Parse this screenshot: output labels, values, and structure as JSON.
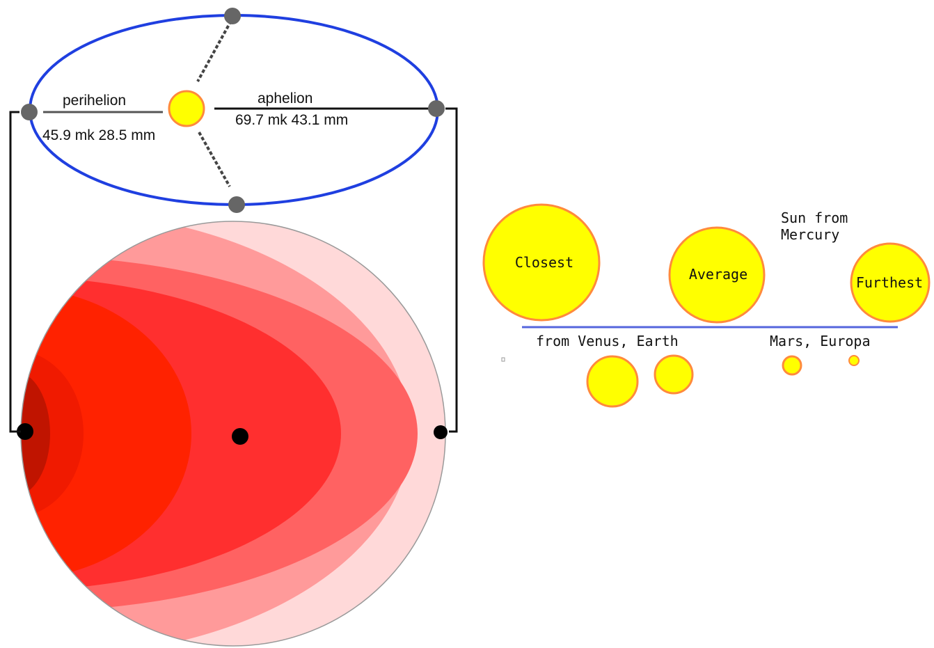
{
  "orbit": {
    "perihelion_label": "perihelion",
    "perihelion_value": "45.9 mk 28.5 mm",
    "aphelion_label": "aphelion",
    "aphelion_value": "69.7 mk 43.1 mm",
    "orbit_color": "#1f3fe0",
    "node_color": "#666666"
  },
  "planet": {
    "contour_colors": [
      "#ffd9d9",
      "#ff9a9a",
      "#ff6262",
      "#ff2f2f",
      "#ff2200",
      "#f01a00",
      "#c01400"
    ]
  },
  "sun_from_mercury": {
    "title_line1": "Sun from",
    "title_line2": "Mercury",
    "closest_label": "Closest",
    "average_label": "Average",
    "furthest_label": "Furthest"
  },
  "comparison": {
    "venus_earth_label": "from Venus, Earth",
    "mars_europa_label": "Mars, Europa"
  },
  "colors": {
    "sun_fill": "#ffff00",
    "sun_stroke": "#ff8a3c",
    "divider": "#5566dd"
  }
}
